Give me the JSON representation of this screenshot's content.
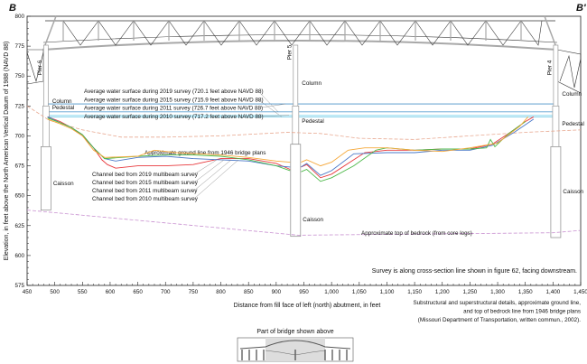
{
  "chart_data": {
    "type": "line",
    "title_left": "B",
    "title_right": "B'",
    "xlabel": "Distance from fill face of left (north) abutment, in feet",
    "ylabel": "Elevation, in feet above the North American Vertical Datum of 1988 (NAVD 88)",
    "xlim": [
      450,
      1450
    ],
    "ylim": [
      575,
      800
    ],
    "xticks": [
      450,
      500,
      550,
      600,
      650,
      700,
      750,
      800,
      850,
      900,
      950,
      1000,
      1050,
      1100,
      1150,
      1200,
      1250,
      1300,
      1350,
      1400,
      1450
    ],
    "xtick_labels": [
      "450",
      "500",
      "550",
      "600",
      "650",
      "700",
      "750",
      "800",
      "850",
      "900",
      "950",
      "1,000",
      "1,050",
      "1,100",
      "1,150",
      "1,200",
      "1,250",
      "1,300",
      "1,350",
      "1,400",
      "1,450"
    ],
    "yticks": [
      575,
      600,
      625,
      650,
      675,
      700,
      725,
      750,
      775,
      800
    ],
    "ytick_labels": [
      "575",
      "600",
      "625",
      "650",
      "675",
      "700",
      "725",
      "750",
      "775",
      "800"
    ],
    "water_surfaces": [
      {
        "label": "Average water surface during 2019 survey (720.1 feet above NAVD 88)",
        "elev": 720.1,
        "color": "#5aa0d0"
      },
      {
        "label": "Average water surface during 2015 survey (715.9 feet above NAVD 88)",
        "elev": 715.9,
        "color": "#7fd0e8"
      },
      {
        "label": "Average water surface during 2011 survey (726.7 feet above NAVD 88)",
        "elev": 726.7,
        "color": "#4a90c8"
      },
      {
        "label": "Average water surface during 2010 survey (717.2 feet above NAVD 88)",
        "elev": 717.2,
        "color": "#8fdcf0"
      }
    ],
    "series": [
      {
        "name": "Channel bed from 2019 multibeam survey",
        "color": "#e8383c",
        "left": [
          [
            487,
            716
          ],
          [
            510,
            712
          ],
          [
            530,
            707
          ],
          [
            550,
            700
          ],
          [
            570,
            690
          ],
          [
            585,
            680
          ],
          [
            595,
            676
          ],
          [
            610,
            673
          ],
          [
            650,
            675
          ],
          [
            700,
            675
          ],
          [
            750,
            676
          ],
          [
            800,
            681
          ],
          [
            850,
            681
          ],
          [
            900,
            677
          ],
          [
            925,
            672
          ]
        ],
        "right": [
          [
            945,
            674
          ],
          [
            955,
            676
          ],
          [
            980,
            665
          ],
          [
            1000,
            668
          ],
          [
            1040,
            680
          ],
          [
            1060,
            686
          ],
          [
            1100,
            688
          ],
          [
            1150,
            688
          ],
          [
            1200,
            689
          ],
          [
            1250,
            689
          ],
          [
            1290,
            693
          ],
          [
            1320,
            702
          ],
          [
            1350,
            712
          ],
          [
            1365,
            716
          ]
        ]
      },
      {
        "name": "Channel bed from 2015 multibeam survey",
        "color": "#4a78c8",
        "left": [
          [
            487,
            716
          ],
          [
            510,
            711
          ],
          [
            530,
            707
          ],
          [
            550,
            701
          ],
          [
            570,
            690
          ],
          [
            590,
            681
          ],
          [
            610,
            679
          ],
          [
            650,
            682
          ],
          [
            700,
            683
          ],
          [
            750,
            681
          ],
          [
            800,
            680
          ],
          [
            850,
            679
          ],
          [
            900,
            675
          ],
          [
            925,
            674
          ]
        ],
        "right": [
          [
            945,
            674
          ],
          [
            955,
            677
          ],
          [
            980,
            667
          ],
          [
            1000,
            671
          ],
          [
            1040,
            685
          ],
          [
            1100,
            686
          ],
          [
            1150,
            686
          ],
          [
            1200,
            688
          ],
          [
            1250,
            688
          ],
          [
            1290,
            692
          ],
          [
            1330,
            703
          ],
          [
            1365,
            714
          ]
        ]
      },
      {
        "name": "Channel bed from 2011 multibeam survey",
        "color": "#4cb848",
        "left": [
          [
            487,
            715
          ],
          [
            510,
            711
          ],
          [
            530,
            707
          ],
          [
            550,
            701
          ],
          [
            570,
            690
          ],
          [
            590,
            681
          ],
          [
            650,
            683
          ],
          [
            700,
            684
          ],
          [
            750,
            684
          ],
          [
            800,
            683
          ],
          [
            850,
            680
          ],
          [
            900,
            675
          ],
          [
            925,
            671
          ]
        ],
        "right": [
          [
            945,
            670
          ],
          [
            955,
            672
          ],
          [
            980,
            662
          ],
          [
            1000,
            665
          ],
          [
            1040,
            675
          ],
          [
            1080,
            688
          ],
          [
            1100,
            690
          ],
          [
            1150,
            688
          ],
          [
            1200,
            689
          ],
          [
            1250,
            689
          ],
          [
            1280,
            690
          ],
          [
            1287,
            697
          ],
          [
            1295,
            691
          ],
          [
            1320,
            702
          ],
          [
            1350,
            712
          ]
        ]
      },
      {
        "name": "Channel bed from 2010 multibeam survey",
        "color": "#f5a83a",
        "left": [
          [
            487,
            714
          ],
          [
            510,
            710
          ],
          [
            530,
            706
          ],
          [
            550,
            700
          ],
          [
            570,
            688
          ],
          [
            590,
            682
          ],
          [
            650,
            683
          ],
          [
            680,
            688
          ],
          [
            720,
            686
          ],
          [
            800,
            684
          ],
          [
            850,
            682
          ],
          [
            900,
            679
          ],
          [
            925,
            678
          ]
        ],
        "right": [
          [
            945,
            678
          ],
          [
            955,
            680
          ],
          [
            980,
            675
          ],
          [
            1000,
            678
          ],
          [
            1030,
            688
          ],
          [
            1060,
            690
          ],
          [
            1100,
            690
          ],
          [
            1150,
            688
          ],
          [
            1200,
            687
          ],
          [
            1250,
            690
          ],
          [
            1300,
            694
          ],
          [
            1340,
            708
          ],
          [
            1355,
            716
          ]
        ]
      }
    ],
    "ground_line": {
      "label": "Approximate ground line from 1946 bridge plans",
      "color": "#e8a890",
      "points": [
        [
          450,
          725
        ],
        [
          490,
          713
        ],
        [
          550,
          705
        ],
        [
          620,
          699
        ],
        [
          700,
          699
        ],
        [
          800,
          700
        ],
        [
          880,
          702
        ],
        [
          920,
          703
        ],
        [
          980,
          702
        ],
        [
          1050,
          698
        ],
        [
          1150,
          697
        ],
        [
          1250,
          700
        ],
        [
          1350,
          703
        ],
        [
          1450,
          705
        ]
      ]
    },
    "bedrock_line": {
      "label": "Approximate top of bedrock (from core logs)",
      "color": "#c890d0",
      "points": [
        [
          450,
          638
        ],
        [
          940,
          617
        ],
        [
          1400,
          619
        ],
        [
          1450,
          621
        ]
      ]
    },
    "piers": [
      {
        "name": "Pier 6",
        "x": 484,
        "caisson_top": 691,
        "caisson_bottom": 638,
        "labels": {
          "column": "Column",
          "pedestal": "Pedestal",
          "caisson": "Caisson"
        }
      },
      {
        "name": "Pier 5",
        "x": 935,
        "caisson_top": 693,
        "caisson_bottom": 616,
        "labels": {
          "column": "Column",
          "pedestal": "Pedestal",
          "caisson": "Caisson"
        }
      },
      {
        "name": "Pier 4",
        "x": 1405,
        "caisson_top": 691,
        "caisson_bottom": 615,
        "labels": {
          "column": "Column",
          "pedestal": "Pedestal",
          "caisson": "Caisson"
        }
      }
    ],
    "annotations": {
      "survey_note": "Survey is along cross-section line shown in figure 62, facing downstream.",
      "source_note": [
        "Substructural and superstructural details, approximate ground line,",
        "and top of bedrock line from 1946 bridge plans",
        "(Missouri Department of Transportation, written commun., 2002)."
      ],
      "inset_title": "Part of bridge shown above"
    }
  }
}
